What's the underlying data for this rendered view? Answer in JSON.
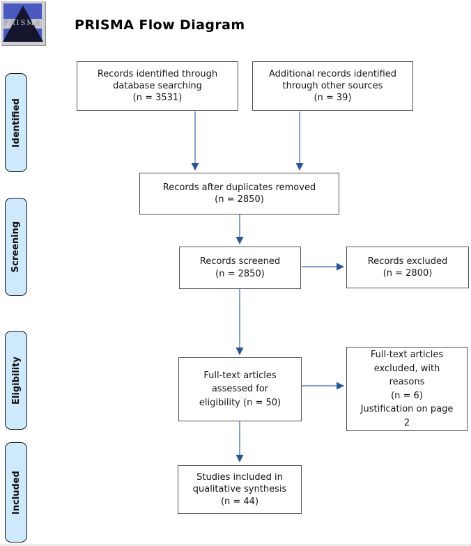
{
  "header": {
    "logo_text": "PRISMA",
    "title": "PRISMA Flow Diagram"
  },
  "stages": {
    "identified": "Identified",
    "screening": "Screening",
    "eligibility": "Eligibility",
    "included": "Included"
  },
  "flow": {
    "identified_db": "Records identified through\ndatabase searching\n(n = 3531)",
    "identified_other": "Additional records identified\nthrough other sources\n(n = 39)",
    "duplicates_removed": "Records after duplicates removed\n(n = 2850)",
    "screened": "Records screened\n(n = 2850)",
    "records_excluded": "Records excluded\n(n = 2800)",
    "fulltext_assessed": "Full-text articles\nassessed for\neligibility (n = 50)",
    "fulltext_excluded": "Full-text articles\nexcluded, with\nreasons\n(n = 6)\nJustification on page\n2",
    "qualitative_included": "Studies included in\nqualitative synthesis\n(n = 44)"
  },
  "counts": {
    "database_searching": 3531,
    "other_sources": 39,
    "after_duplicates": 2850,
    "screened": 2850,
    "records_excluded": 2800,
    "fulltext_assessed": 50,
    "fulltext_excluded": 6,
    "qualitative_synthesis": 44
  },
  "colors": {
    "arrow_line": "#85a3ca",
    "arrow_head": "#2a5499",
    "stage_fill": "#cde9fb",
    "box_border": "#4f4f4f",
    "logo_blue": "#4a58c0",
    "logo_navy": "#15152e"
  }
}
